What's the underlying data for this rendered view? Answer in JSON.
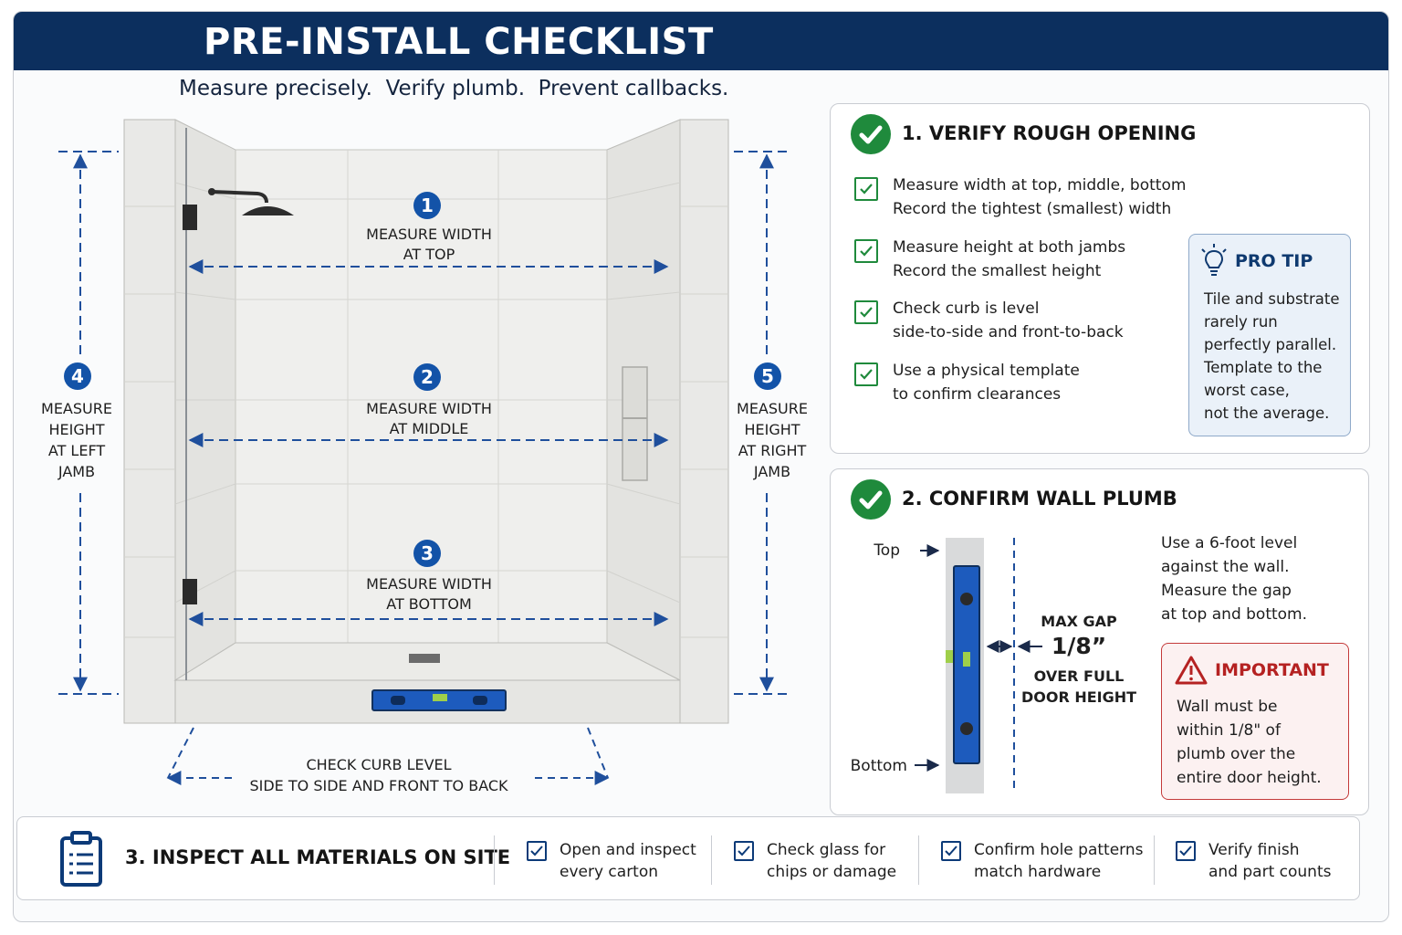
{
  "header": {
    "title": "PRE-INSTALL CHECKLIST",
    "subtitle": "Measure precisely.  Verify plumb.  Prevent callbacks."
  },
  "diagram": {
    "width_top": {
      "num": "1",
      "line1": "MEASURE WIDTH",
      "line2": "AT TOP"
    },
    "width_middle": {
      "num": "2",
      "line1": "MEASURE WIDTH",
      "line2": "AT MIDDLE"
    },
    "width_bottom": {
      "num": "3",
      "line1": "MEASURE WIDTH",
      "line2": "AT BOTTOM"
    },
    "height_left": {
      "num": "4",
      "line1": "MEASURE",
      "line2": "HEIGHT",
      "line3": "AT LEFT",
      "line4": "JAMB"
    },
    "height_right": {
      "num": "5",
      "line1": "MEASURE",
      "line2": "HEIGHT",
      "line3": "AT RIGHT",
      "line4": "JAMB"
    },
    "curb": {
      "line1": "CHECK CURB LEVEL",
      "line2": "SIDE TO SIDE AND FRONT TO BACK"
    }
  },
  "section1": {
    "title": "1.  VERIFY ROUGH OPENING",
    "items": [
      {
        "line1": "Measure width at top, middle, bottom",
        "line2": "Record the tightest (smallest) width"
      },
      {
        "line1": "Measure height at both jambs",
        "line2": "Record the smallest height"
      },
      {
        "line1": "Check curb is level",
        "line2": "side-to-side and front-to-back"
      },
      {
        "line1": "Use a physical template",
        "line2": "to confirm clearances"
      }
    ],
    "protip": {
      "title": "PRO TIP",
      "body": "Tile and substrate\nrarely run\nperfectly parallel.\nTemplate to the\nworst case,\nnot the average."
    }
  },
  "section2": {
    "title": "2.  CONFIRM WALL PLUMB",
    "top_label": "Top",
    "bottom_label": "Bottom",
    "max_gap": "MAX GAP",
    "gap_value": "1/8”",
    "over1": "OVER FULL",
    "over2": "DOOR HEIGHT",
    "note": "Use a 6-foot level\nagainst the wall.\nMeasure the gap\nat top and bottom.",
    "important": {
      "title": "IMPORTANT",
      "body": "Wall must be\nwithin 1/8\" of\nplumb over the\nentire door height."
    }
  },
  "section3": {
    "title": "3.  INSPECT ALL MATERIALS ON SITE",
    "items": [
      "Open and inspect\nevery carton",
      "Check glass for\nchips or damage",
      "Confirm hole patterns\nmatch hardware",
      "Verify finish\nand part counts"
    ]
  },
  "colors": {
    "navy": "#0c2f5e",
    "green": "#1f8a3c",
    "accent_blue": "#1f5fb0",
    "important_red": "#b52222"
  }
}
